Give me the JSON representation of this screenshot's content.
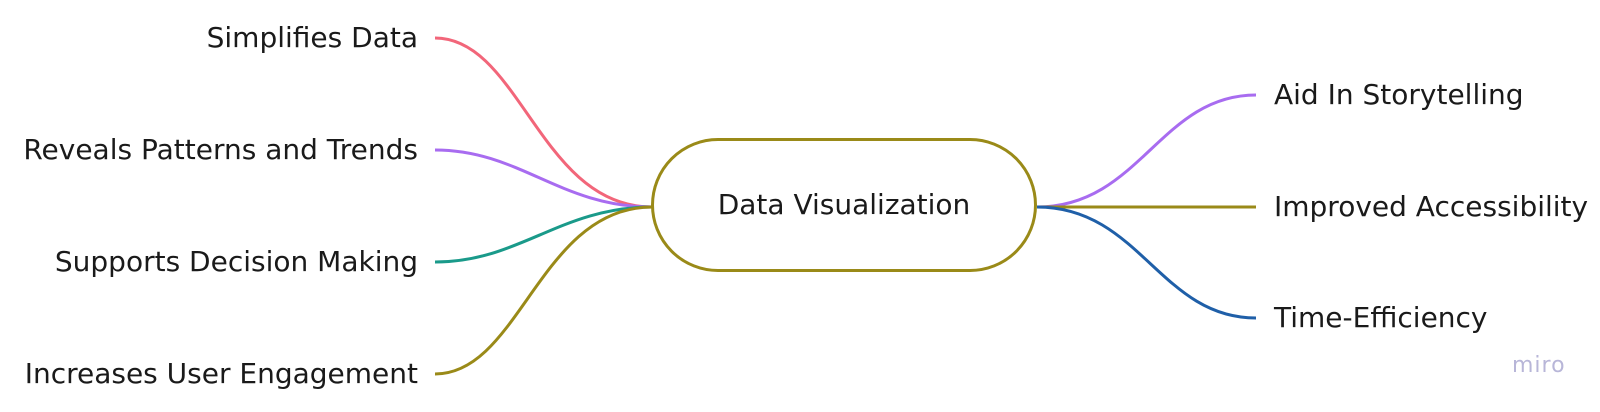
{
  "central_topic": {
    "label": "Data Visualization",
    "border_color": "#9a8a18"
  },
  "left_branches": [
    {
      "label": "Simplifies Data",
      "color": "#f2667a"
    },
    {
      "label": "Reveals Patterns and Trends",
      "color": "#a86cf0"
    },
    {
      "label": "Supports Decision Making",
      "color": "#1a9a8a"
    },
    {
      "label": "Increases User Engagement",
      "color": "#9a8a18"
    }
  ],
  "right_branches": [
    {
      "label": "Aid In Storytelling",
      "color": "#a86cf0"
    },
    {
      "label": "Improved Accessibility",
      "color": "#9a8a18"
    },
    {
      "label": "Time-Efficiency",
      "color": "#1f5fa8"
    }
  ],
  "watermark": {
    "text": "miro"
  }
}
